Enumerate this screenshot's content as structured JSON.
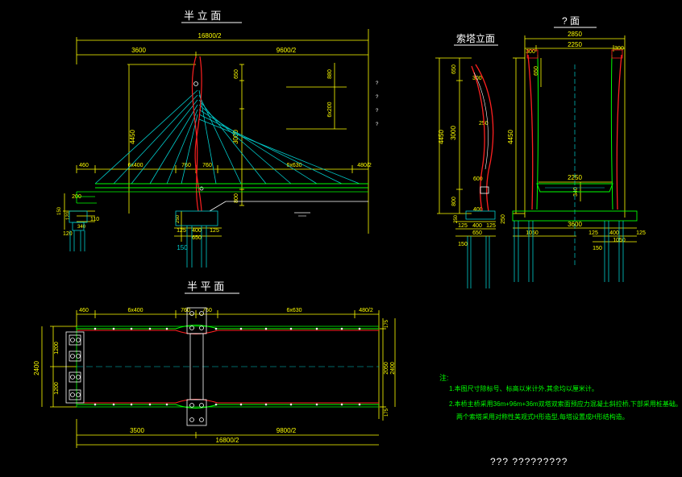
{
  "views": {
    "half_elevation": "半 立 面",
    "tower_elevation": "索塔立面",
    "section": "? 面",
    "half_plan": "半 平 面"
  },
  "dims": {
    "elev_top_total": "16800/2",
    "elev_left": "3600",
    "elev_right": "9600/2",
    "elev_650": "650",
    "elev_4450": "4450",
    "elev_3000": "3000",
    "elev_800": "800",
    "elev_880": "880",
    "elev_6x200": "6x200",
    "elev_460": "460",
    "elev_6x400": "6x400",
    "elev_760a": "760",
    "elev_760b": "760",
    "elev_6x630": "6x630",
    "elev_480_2": "480/2",
    "elev_200": "200",
    "elev_150": "150",
    "elev_120a": "120",
    "elev_110": "110",
    "elev_340": "340",
    "elev_120b": "120",
    "elev_250": "250",
    "elev_125a": "125",
    "elev_400": "400",
    "elev_125b": "125",
    "elev_650b": "650",
    "elev_150b": "150",
    "tower_650": "650",
    "tower_4450": "4450",
    "tower_3000": "3000",
    "tower_800": "800",
    "tower_300": "300",
    "tower_250": "250",
    "tower_600": "600",
    "tower_400": "400",
    "tower_250b": "250",
    "tower_125a": "125",
    "tower_400b": "400",
    "tower_125b": "125",
    "tower_650b": "650",
    "tower_150": "150",
    "sec_2850": "2850",
    "sec_2250": "2250",
    "sec_300a": "300",
    "sec_300b": "300",
    "sec_650": "650",
    "sec_4450": "4450",
    "sec_2250b": "2250",
    "sec_340": "340",
    "sec_250": "250",
    "sec_3600": "3600",
    "sec_1050a": "1050",
    "sec_125a": "125",
    "sec_400": "400",
    "sec_125b": "125",
    "sec_1050b": "1050",
    "sec_150": "150",
    "plan_460": "460",
    "plan_6x400": "6x400",
    "plan_760a": "760",
    "plan_760b": "760",
    "plan_6x630": "6x630",
    "plan_480_2": "480/2",
    "plan_1200a": "1200",
    "plan_1200b": "1200",
    "plan_2400": "2400",
    "plan_175a": "175",
    "plan_2050": "2050",
    "plan_2400b": "2400",
    "plan_175b": "175",
    "plan_3500": "3500",
    "plan_9800_2": "9800/2",
    "plan_16800_2": "16800/2"
  },
  "marks": {
    "m1": "?",
    "m2": "?",
    "m3": "?",
    "m4": "?"
  },
  "notes": {
    "heading": "注:",
    "line1": "1.本图尺寸除标号、标高以米计外,其余均以厘米计。",
    "line2": "2.本桥主桥采用36m+96m+36m双塔双索面预应力混凝土斜拉桥,下部采用桩基础。",
    "line3": "两个索塔采用对称性美观式H形造型,每塔设置成H形结构造。"
  },
  "footer": {
    "title": "???   ?????????"
  },
  "colors": {
    "dim": "#ffff00",
    "cable": "#00cccc",
    "tower": "#ff2020",
    "deck": "#00ff00",
    "pile": "#00cccc",
    "text": "#ffffff"
  }
}
